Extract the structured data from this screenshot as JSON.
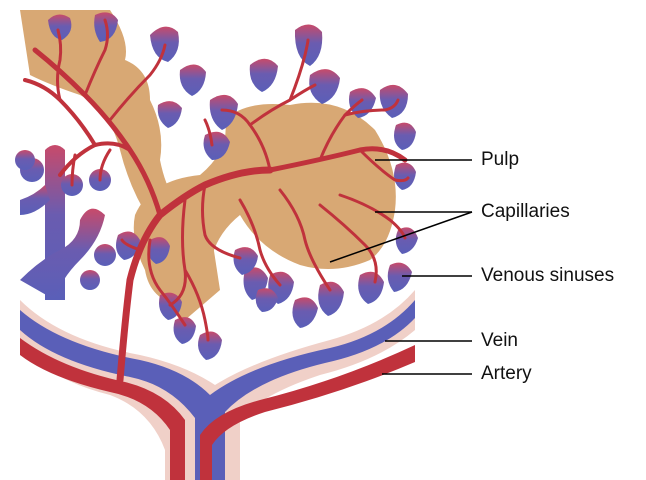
{
  "labels": {
    "pulp": "Pulp",
    "capillaries": "Capillaries",
    "venous_sinuses": "Venous sinuses",
    "vein": "Vein",
    "artery": "Artery"
  },
  "colors": {
    "pulp": "#d8a874",
    "artery": "#c0323c",
    "vein": "#5a5fb8",
    "sinus_tip": "#c84a6a",
    "sheath": "#f0d0c8",
    "leader_line": "#000000"
  }
}
